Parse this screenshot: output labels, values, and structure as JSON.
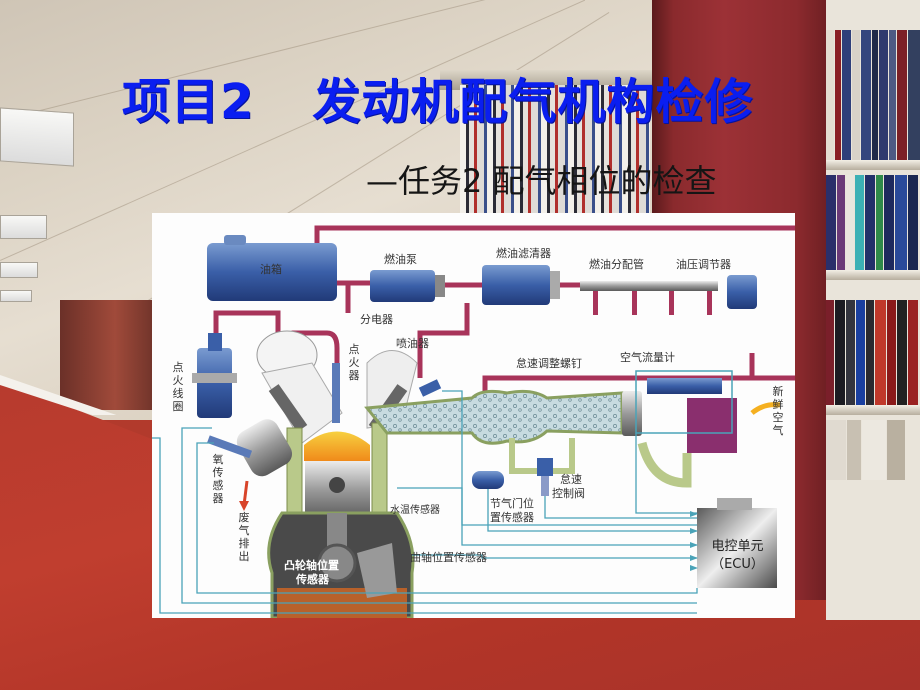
{
  "slide": {
    "title_part1": "项目2",
    "title_part2": "发动机配气机构检修",
    "subtitle": "—任务2 配气相位的检查",
    "title_color": "#0a1ef0",
    "subtitle_color": "#151515"
  },
  "diagram": {
    "labels": {
      "fuel_tank": "油箱",
      "fuel_pump": "燃油泵",
      "fuel_filter": "燃油滤清器",
      "fuel_rail": "燃油分配管",
      "pressure_regulator": "油压调节器",
      "distributor": "分电器",
      "spark_plug": "点火器",
      "injector": "喷油器",
      "idle_screw": "怠速调整螺钉",
      "air_flow_meter": "空气流量计",
      "fresh_air": "新鲜空气",
      "ignition_coil": "点火线圈",
      "oxygen_sensor": "氧传感器",
      "exhaust": "废气排出",
      "coolant_temp_sensor": "水温传感器",
      "throttle_position_sensor_line1": "节气门位",
      "throttle_position_sensor_line2": "置传感器",
      "idle_control_valve_line1": "怠速",
      "idle_control_valve_line2": "控制阀",
      "camshaft_sensor_line1": "凸轮轴位置",
      "camshaft_sensor_line2": "传感器",
      "crankshaft_sensor": "曲轴位置传感器",
      "ecu_line1": "电控单元",
      "ecu_line2": "（ECU）"
    },
    "colors": {
      "fuel_line": "#a8345a",
      "signal_line": "#4aa3b8",
      "component_blue": "#3a5fa8",
      "intake_green": "#b9c98a",
      "combustion": "#f0a020",
      "crankcase": "#4a4a4a",
      "oil": "#b8612a",
      "air_meter_purple": "#8a2f6e"
    }
  }
}
